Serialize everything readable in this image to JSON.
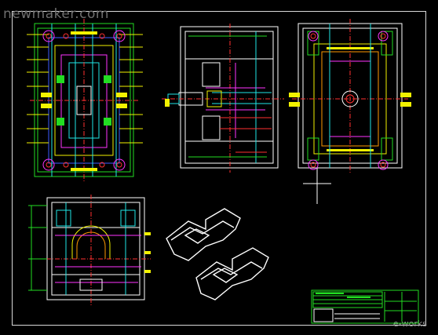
{
  "watermark": {
    "site": "newmaker.com",
    "corner": "e-works"
  },
  "colors": {
    "background": "#000000",
    "frame": "#d8d8d8",
    "green": "#22dd22",
    "yellow": "#f2f200",
    "cyan": "#20e6e6",
    "red": "#ff3030",
    "magenta": "#ff33ff",
    "white": "#ffffff",
    "blue": "#3b5bff",
    "orange": "#ff9900"
  },
  "views": [
    {
      "id": "top-left",
      "label": "mold-plan-view"
    },
    {
      "id": "top-middle",
      "label": "mold-side-section"
    },
    {
      "id": "top-right",
      "label": "mold-core-plate-view"
    },
    {
      "id": "bottom-left",
      "label": "mold-cross-section"
    },
    {
      "id": "bottom-middle",
      "label": "product-parts-isometric"
    },
    {
      "id": "bottom-right",
      "label": "title-block"
    }
  ]
}
